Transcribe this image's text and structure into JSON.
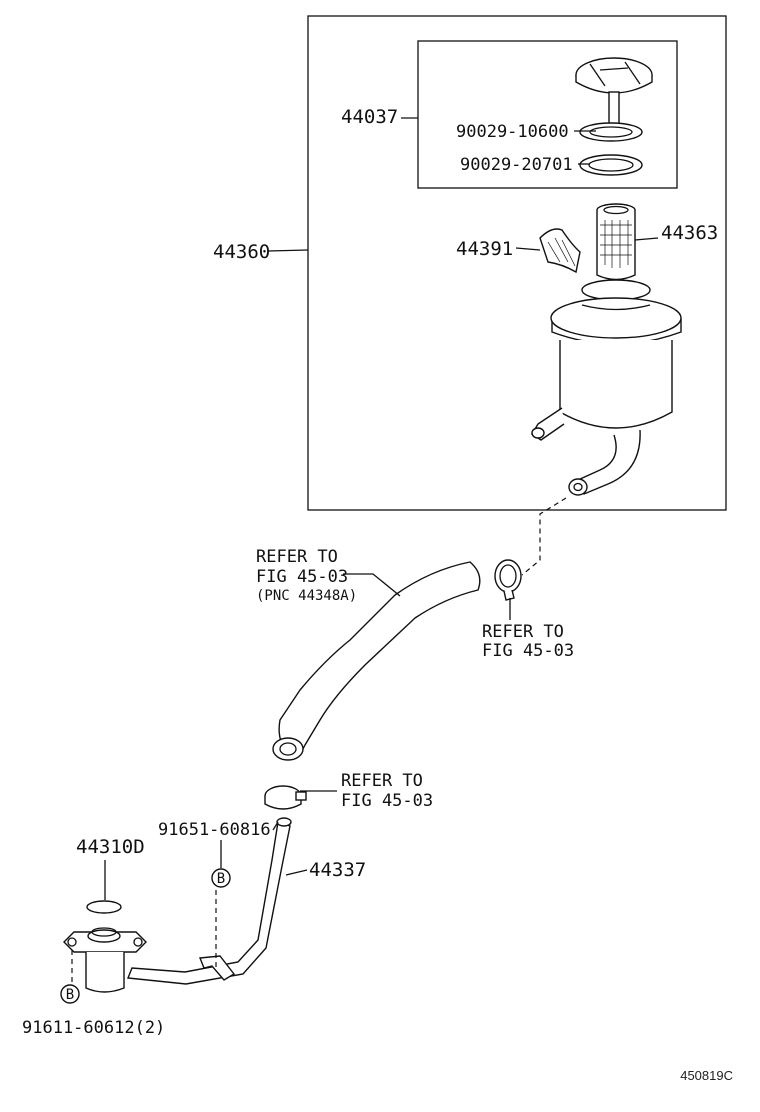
{
  "labels": {
    "assembly_reservoir": "44360",
    "cap_assembly": "44037",
    "gasket_upper": "90029-10600",
    "gasket_lower": "90029-20701",
    "strainer_tag": "44391",
    "strainer": "44363",
    "hose_ref_line1": "REFER TO",
    "hose_ref_line2": "FIG 45-03",
    "hose_ref_line3": "(PNC 44348A)",
    "clamp_upper_ref_line1": "REFER TO",
    "clamp_upper_ref_line2": "FIG 45-03",
    "clamp_lower_ref_line1": "REFER TO",
    "clamp_lower_ref_line2": "FIG 45-03",
    "oring": "44310D",
    "bolt_upper": "91651-60816",
    "pipe": "44337",
    "bolt_lower": "91611-60612(2)",
    "bolt_marker_upper": "B",
    "bolt_marker_lower": "B"
  },
  "figure_id": "450819C"
}
